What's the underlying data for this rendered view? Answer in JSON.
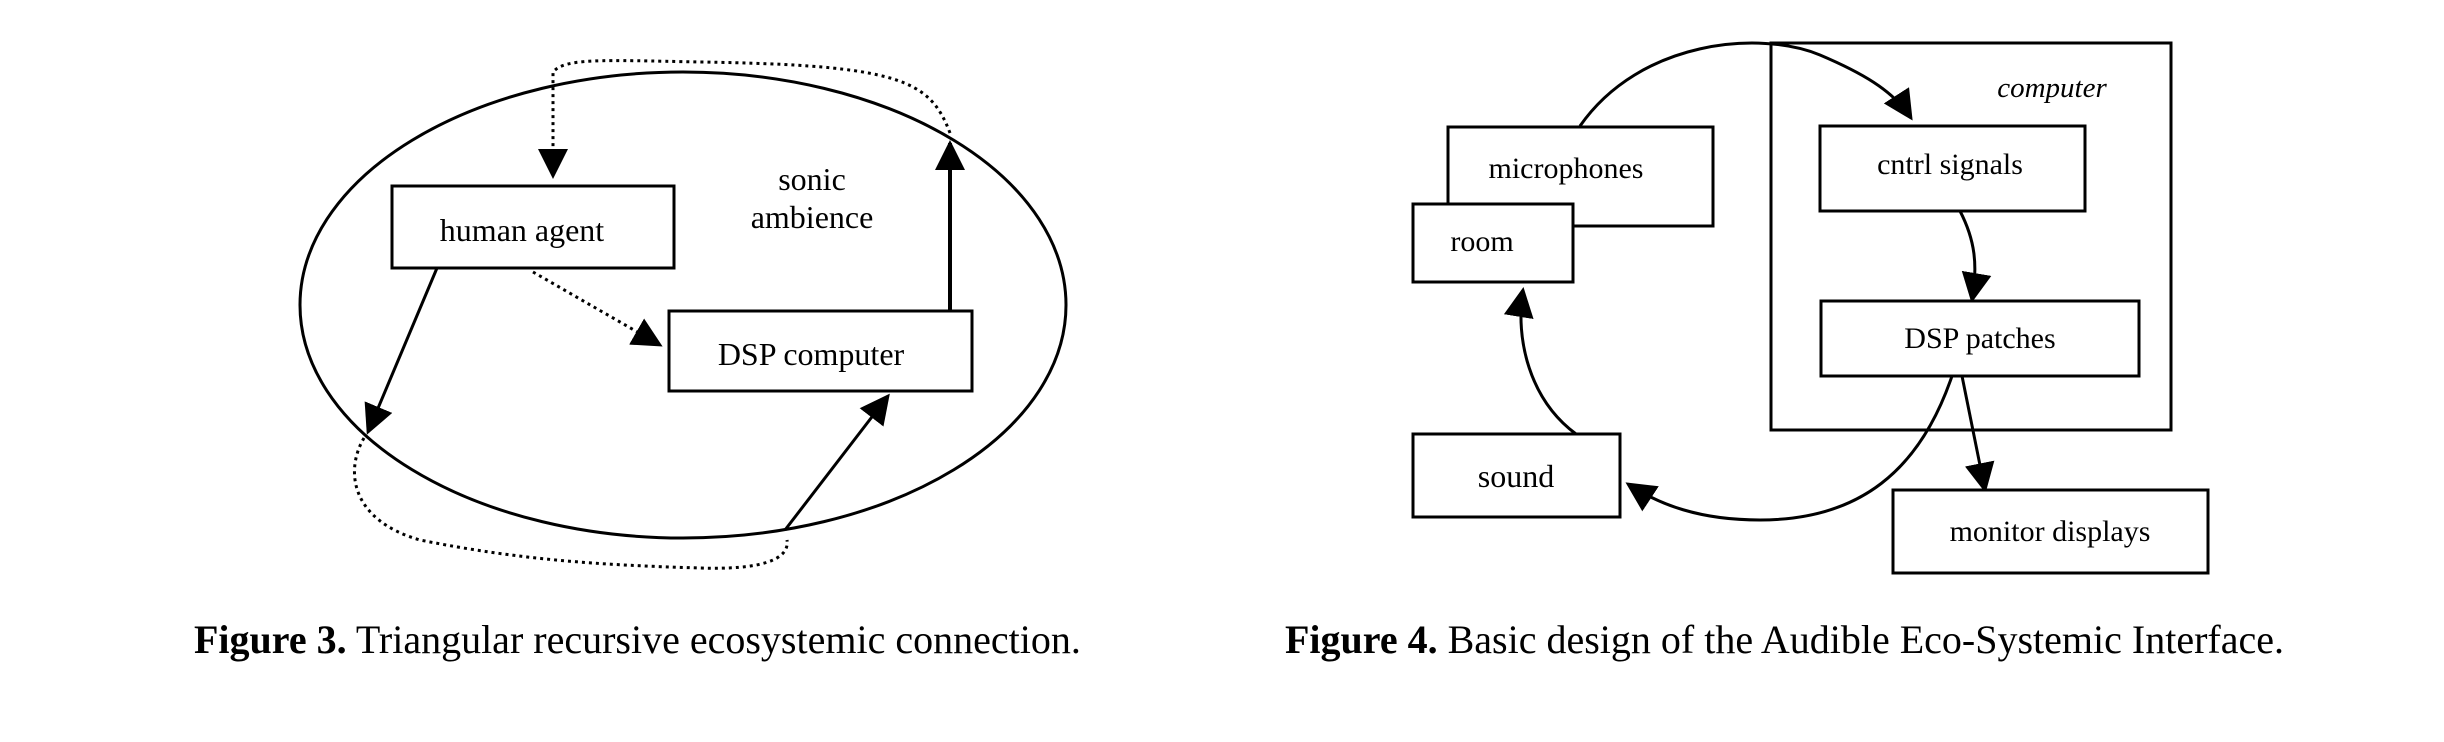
{
  "figure3": {
    "labels": {
      "human_agent": "human agent",
      "dsp_computer": "DSP computer",
      "sonic": "sonic",
      "ambience": "ambience"
    },
    "caption": {
      "label": "Figure 3.",
      "text": " Triangular recursive ecosystemic connection."
    }
  },
  "figure4": {
    "labels": {
      "computer": "computer",
      "microphones": "microphones",
      "room": "room",
      "cntrl_signals": "cntrl signals",
      "dsp_patches": "DSP patches",
      "sound": "sound",
      "monitor_displays": "monitor displays"
    },
    "caption": {
      "label": "Figure 4.",
      "text": " Basic design of the Audible Eco-Systemic Interface."
    }
  },
  "colors": {
    "ink": "#000000",
    "background": "#ffffff"
  }
}
